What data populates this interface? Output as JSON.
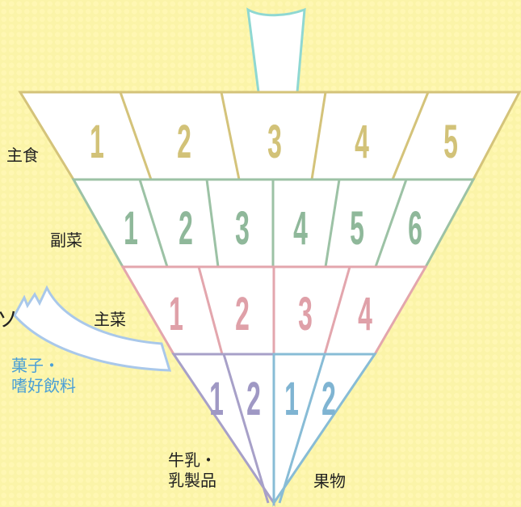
{
  "colors": {
    "background": "#fbf4a8",
    "staple": "#d4c37a",
    "side_dish": "#9cc2a5",
    "main_dish": "#e3a6ad",
    "milk": "#a7a0c8",
    "fruit": "#88bcd6",
    "water": "#8fd8d2",
    "snack": "#a9c8ea"
  },
  "labels": {
    "staple": "主食",
    "side_dish": "副菜",
    "main_dish": "主菜",
    "milk_line1": "牛乳・",
    "milk_line2": "乳製品",
    "fruit": "果物",
    "snack_line1": "菓子・",
    "snack_line2": "嗜好飲料",
    "edge_fragment": "ソ"
  },
  "tiers": {
    "staple": [
      "1",
      "2",
      "3",
      "4",
      "5"
    ],
    "side_dish": [
      "1",
      "2",
      "3",
      "4",
      "5",
      "6"
    ],
    "main_dish": [
      "1",
      "2",
      "3",
      "4"
    ],
    "milk": [
      "1",
      "2"
    ],
    "fruit": [
      "1",
      "2"
    ]
  }
}
